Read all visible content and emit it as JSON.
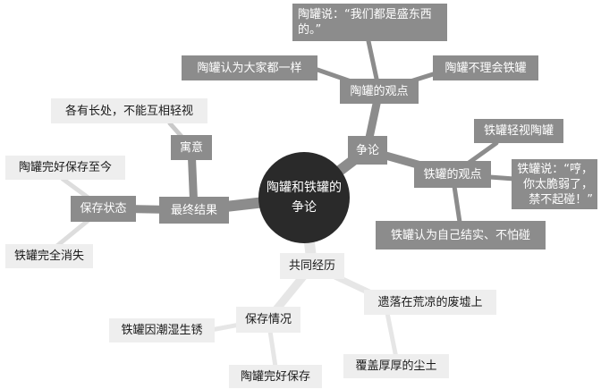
{
  "diagram": {
    "center": "陶罐和铁罐的\n争论",
    "nodes": {
      "dispute": "争论",
      "tao_view": "陶罐的观点",
      "tao_say": "陶罐说：“我们都是盛东西的。”",
      "tao_think": "陶罐认为大家都一样",
      "tao_ignore": "陶罐不理会铁罐",
      "tie_view": "铁罐的观点",
      "tie_despise": "铁罐轻视陶罐",
      "tie_say": "铁罐说：“哼，你太脆弱了，禁不起碰！”",
      "tie_think": "铁罐认为自己结实、不怕碰",
      "final": "最终结果",
      "meaning": "寓意",
      "lesson": "各有长处，不能互相轻视",
      "state": "保存状态",
      "tao_intact": "陶罐完好保存至今",
      "tie_gone": "铁罐完全消失",
      "shared": "共同经历",
      "preserve": "保存情况",
      "tie_rust": "铁罐因潮湿生锈",
      "tao_kept": "陶罐完好保存",
      "left_ruins": "遗落在荒凉的废墟上",
      "dust": "覆盖厚厚的尘土"
    }
  }
}
